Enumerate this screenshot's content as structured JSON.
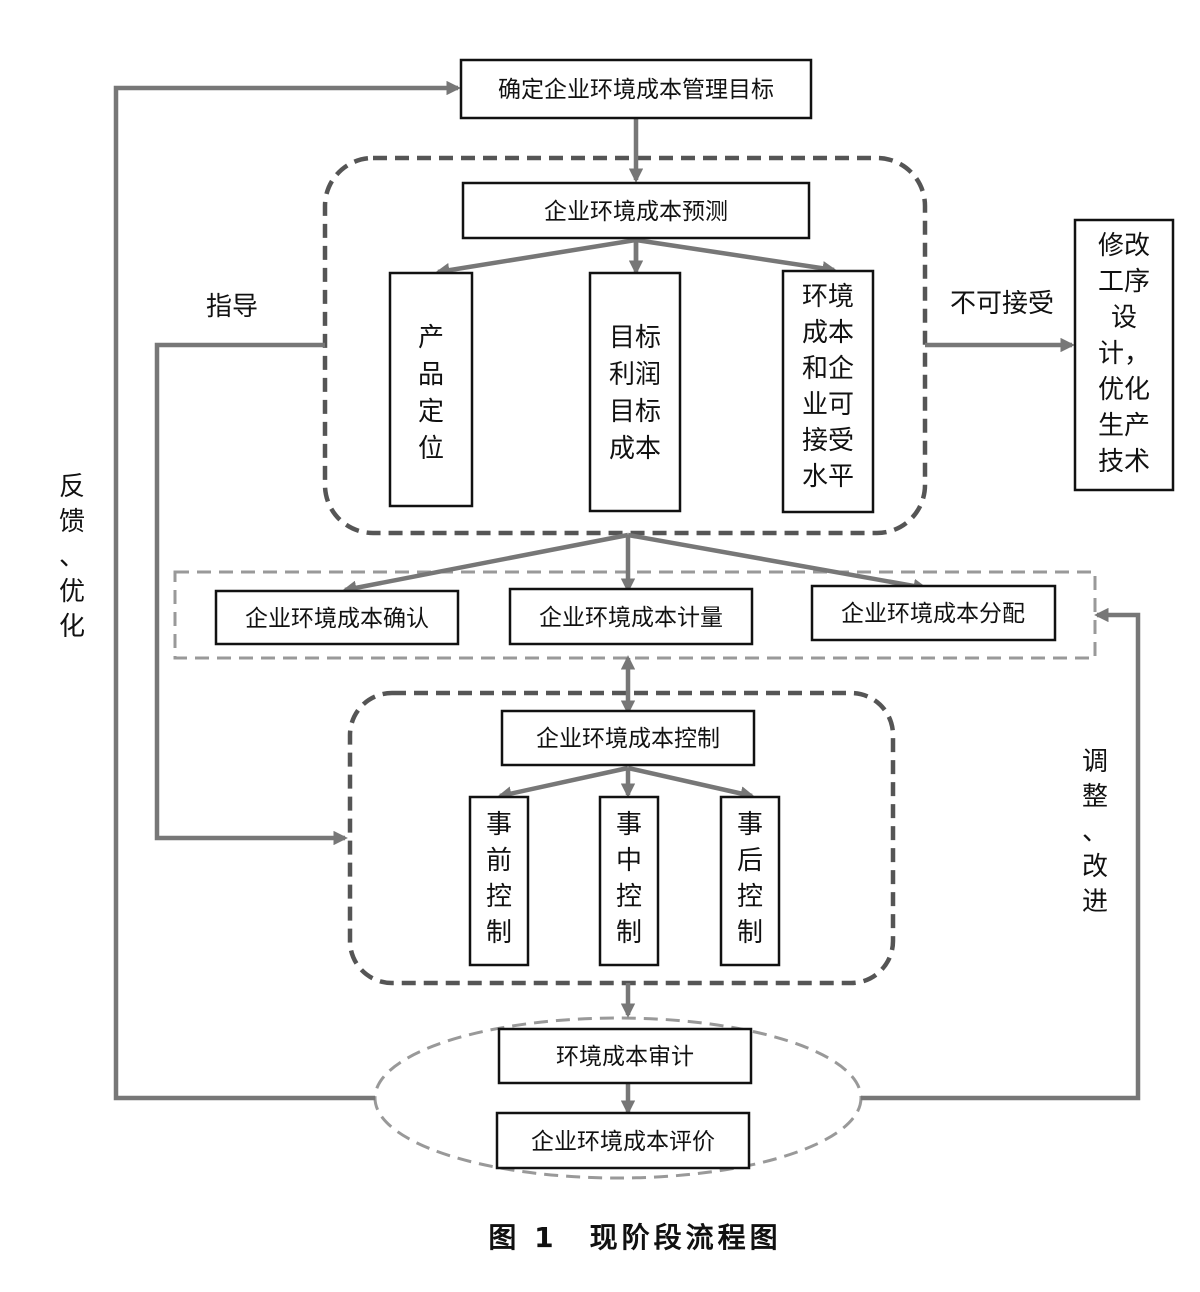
{
  "nodes": {
    "goal": "确定企业环境成本管理目标",
    "forecast": "企业环境成本预测",
    "product_positioning": [
      "产",
      "品",
      "定",
      "位"
    ],
    "target_profit_cost": [
      "目标",
      "利润",
      "目标",
      "成本"
    ],
    "acceptable_level": [
      "环境",
      "成本",
      "和企",
      "业可",
      "接受",
      "水平"
    ],
    "modify": [
      "修改",
      "工序",
      "设",
      "计，",
      "优化",
      "生产",
      "技术"
    ],
    "recognition": "企业环境成本确认",
    "measurement": "企业环境成本计量",
    "allocation": "企业环境成本分配",
    "control": "企业环境成本控制",
    "pre_control": [
      "事",
      "前",
      "控",
      "制"
    ],
    "mid_control": [
      "事",
      "中",
      "控",
      "制"
    ],
    "post_control": [
      "事",
      "后",
      "控",
      "制"
    ],
    "audit": "环境成本审计",
    "evaluation": "企业环境成本评价"
  },
  "edge_labels": {
    "unacceptable": "不可接受",
    "guide": "指导",
    "feedback": [
      "反",
      "馈",
      "、",
      "优",
      "化"
    ],
    "adjust": [
      "调",
      "整",
      "、",
      "改",
      "进"
    ]
  },
  "caption": "图 1　现阶段流程图",
  "colors": {
    "line": "#777777",
    "dashed_region": "#555555",
    "dashed_light": "#999999",
    "box_border": "#111111"
  }
}
